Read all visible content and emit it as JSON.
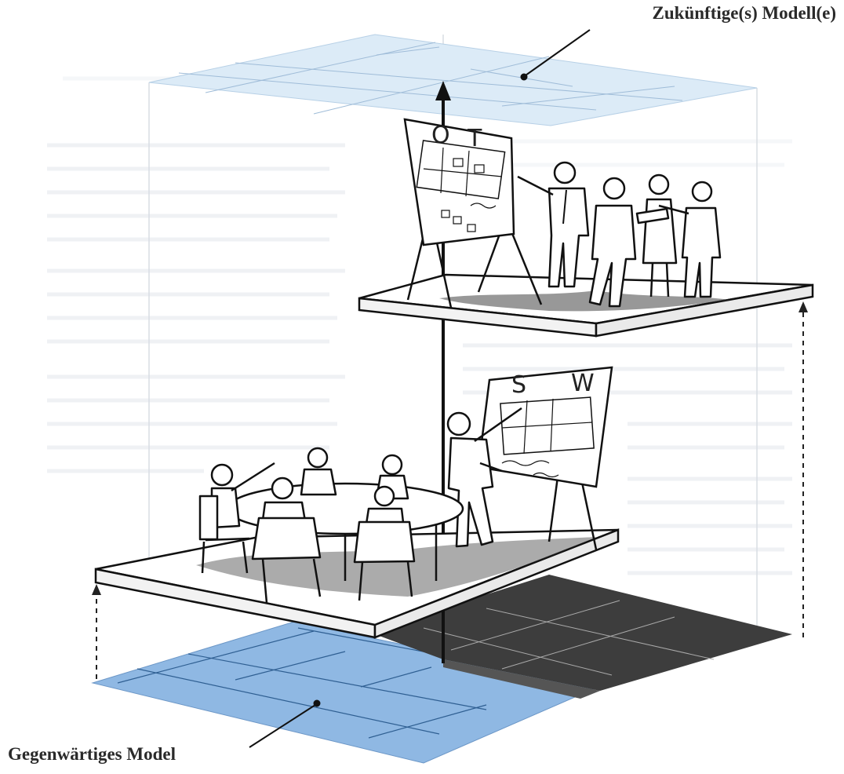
{
  "labels": {
    "future_models": "Zukünftige(s) Modell(e)",
    "current_model": "Gegenwärtiges Model"
  },
  "boards": {
    "future": {
      "letters": [
        "O",
        "T"
      ]
    },
    "current": {
      "letters": [
        "S",
        "W"
      ]
    }
  },
  "colors": {
    "future_plane": "#dcebf7",
    "current_plane": "#8fb8e3",
    "dark_plane": "#3d3d3d",
    "ink": "#1a1a1a"
  }
}
